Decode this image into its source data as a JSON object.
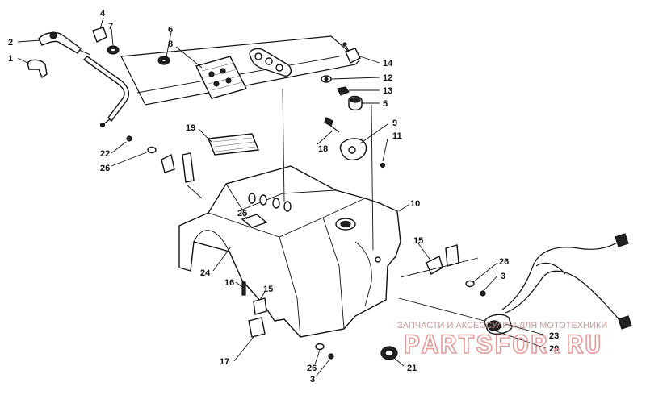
{
  "callouts": {
    "c1": "1",
    "c2": "2",
    "c3a": "3",
    "c3b": "3",
    "c4": "4",
    "c5": "5",
    "c6": "6",
    "c7": "7",
    "c8": "8",
    "c9": "9",
    "c10": "10",
    "c11": "11",
    "c12": "12",
    "c13": "13",
    "c14": "14",
    "c15a": "15",
    "c15b": "15",
    "c16": "16",
    "c17": "17",
    "c18": "18",
    "c19": "19",
    "c20": "20",
    "c21": "21",
    "c22": "22",
    "c23": "23",
    "c24": "24",
    "c25": "25",
    "c26a": "26",
    "c26b": "26",
    "c26c": "26"
  },
  "watermark": {
    "caption": "ЗАПЧАСТИ И АКСЕССУАРЫ ДЛЯ МОТОТЕХНИКИ",
    "brand": "PARTSFOR.RU"
  }
}
